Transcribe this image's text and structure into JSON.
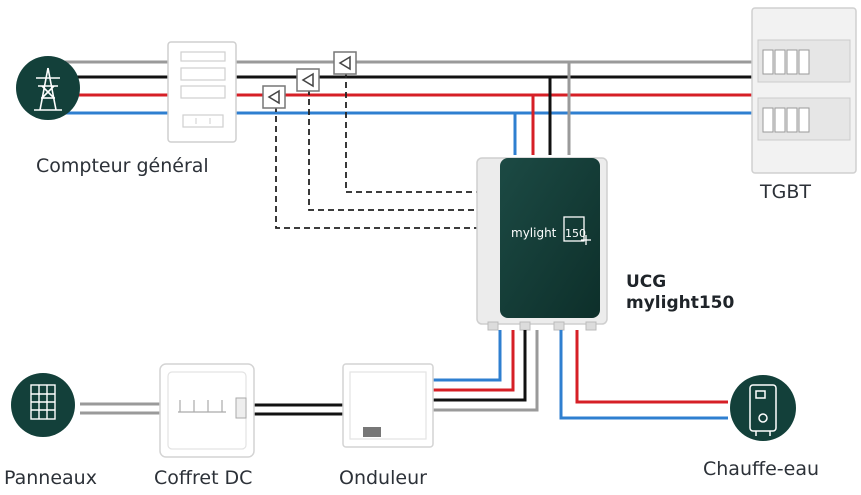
{
  "labels": {
    "compteur": "Compteur général",
    "tgbt": "TGBT",
    "ucg_line1": "UCG",
    "ucg_line2": "mylight150",
    "panneaux": "Panneaux",
    "coffret": "Coffret DC",
    "onduleur": "Onduleur",
    "chauffe_eau": "Chauffe-eau"
  },
  "device": {
    "brand": "mylight",
    "model": "150"
  },
  "icons": {
    "grid": "pylon-icon",
    "panels": "solar-panel-icon",
    "water_heater": "water-heater-icon"
  },
  "colors": {
    "dark_teal": "#13403a",
    "wire_gray": "#9a9a9a",
    "wire_black": "#111111",
    "wire_red": "#d61f26",
    "wire_blue": "#2f7fd0"
  }
}
